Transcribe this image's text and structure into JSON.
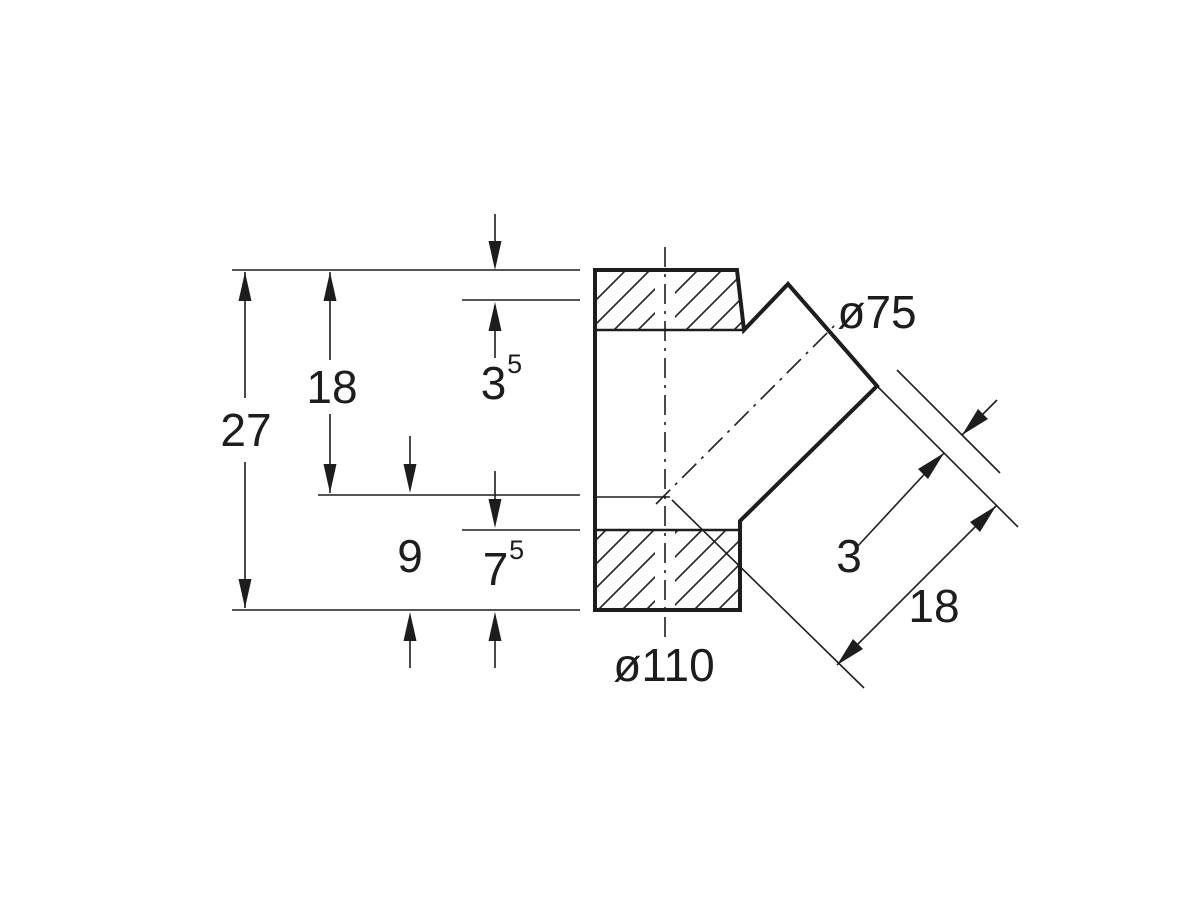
{
  "canvas": {
    "background": "#ffffff",
    "ink_color": "#1d1d1b"
  },
  "drawing": {
    "labels": {
      "overall_height": "27",
      "top_to_branch_axis": "18",
      "top_socket_depth_base": "3",
      "top_socket_depth_sup": "5",
      "branch_axis_to_bottom": "9",
      "bottom_socket_depth_base": "7",
      "bottom_socket_depth_sup": "5",
      "branch_diameter": "ø75",
      "main_diameter": "ø110",
      "branch_offset": "3",
      "branch_socket_depth": "18"
    }
  }
}
